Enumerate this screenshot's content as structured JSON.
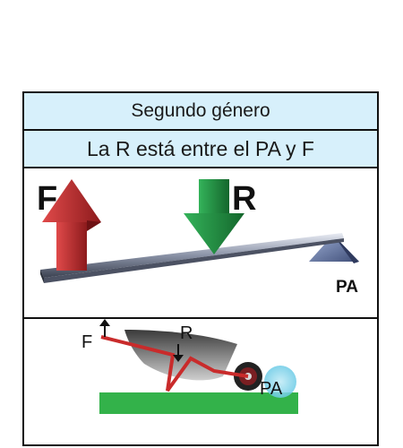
{
  "header": {
    "title": "Segundo género",
    "subtitle": "La R está entre el PA y F"
  },
  "lever": {
    "force_label": "F",
    "resistance_label": "R",
    "fulcrum_label": "PA"
  },
  "wheelbarrow": {
    "force_label": "F",
    "resistance_label": "R",
    "fulcrum_label": "PA"
  },
  "colors": {
    "header_bg": "#d7f0fb",
    "force_arrow": "#b3262a",
    "resistance_arrow": "#1f8a3b",
    "fulcrum": "#5a6e9a",
    "ground": "#33b24a",
    "lever_bar": "#c92b2b"
  },
  "icons": [
    "force-arrow-up-icon",
    "resistance-arrow-down-icon",
    "fulcrum-triangle-icon",
    "wheelbarrow-icon"
  ]
}
